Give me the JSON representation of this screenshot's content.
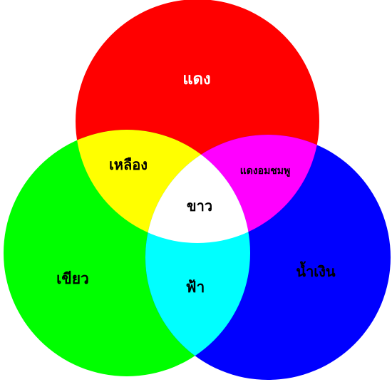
{
  "regions": {
    "red": {
      "label": "แดง",
      "color": "#ff0000",
      "label_color": "#ffffff"
    },
    "green": {
      "label": "เขียว",
      "color": "#00ff00",
      "label_color": "#000000"
    },
    "blue": {
      "label": "น้ำเงิน",
      "color": "#0000ff",
      "label_color": "#000000"
    },
    "yellow": {
      "label": "เหลือง",
      "color": "#ffff00",
      "label_color": "#000000"
    },
    "magenta": {
      "label": "แดงอมชมพู",
      "color": "#ff00ff",
      "label_color": "#000000"
    },
    "cyan": {
      "label": "ฟ้า",
      "color": "#00ffff",
      "label_color": "#000000"
    },
    "white": {
      "label": "ขาว",
      "color": "#ffffff",
      "label_color": "#000000"
    }
  }
}
